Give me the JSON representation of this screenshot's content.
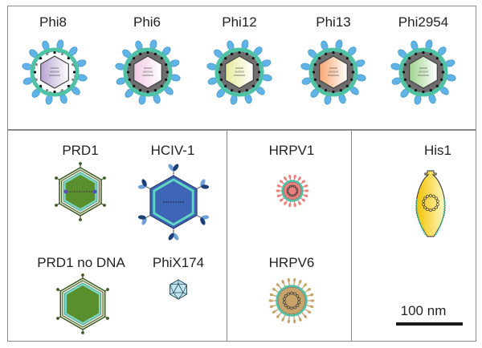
{
  "top_section": {
    "viruses": [
      {
        "name": "Phi8",
        "capsid_color": "#b7a3d2"
      },
      {
        "name": "Phi6",
        "capsid_color": "#f1c9e4"
      },
      {
        "name": "Phi12",
        "capsid_color": "#e6ea9a"
      },
      {
        "name": "Phi13",
        "capsid_color": "#f8a56e"
      },
      {
        "name": "Phi2954",
        "capsid_color": "#9fd48e"
      }
    ]
  },
  "bottom_section": {
    "panel1": {
      "viruses": [
        {
          "name": "PRD1"
        },
        {
          "name": "HCIV-1"
        },
        {
          "name": "PRD1 no DNA"
        },
        {
          "name": "PhiX174"
        }
      ]
    },
    "panel2": {
      "viruses": [
        {
          "name": "HRPV1"
        },
        {
          "name": "HRPV6"
        }
      ]
    },
    "panel3": {
      "viruses": [
        {
          "name": "His1"
        }
      ],
      "scale_bar_label": "100 nm"
    }
  },
  "colors": {
    "envelope_teal": "#4fc2a6",
    "spike_blue": "#5fb3e6",
    "spike_dark": "#1d3f78",
    "prd1_green": "#5a8f2e",
    "hciv_blue": "#3d64b5",
    "hrpv1_pink": "#e8807c",
    "hrpv6_tan": "#c9a46a",
    "his1_yellow": "#f5d94a"
  }
}
